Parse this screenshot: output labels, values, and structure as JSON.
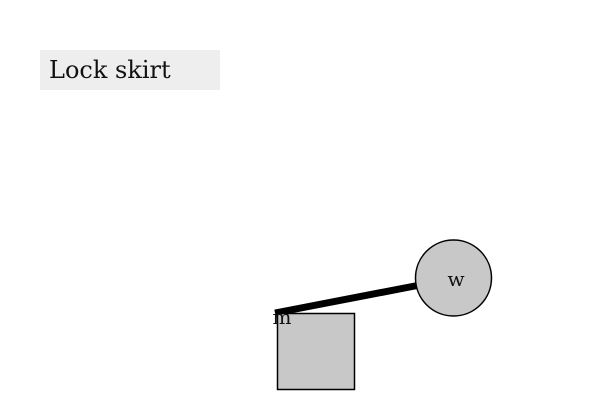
{
  "title": "Lock skirt",
  "scene": {
    "mass_label": "m",
    "weight_label": "w",
    "box_fill": "#c8c8c8",
    "circle_fill": "#c8c8c8",
    "stroke_color": "#000000",
    "rod_color": "#000000"
  }
}
